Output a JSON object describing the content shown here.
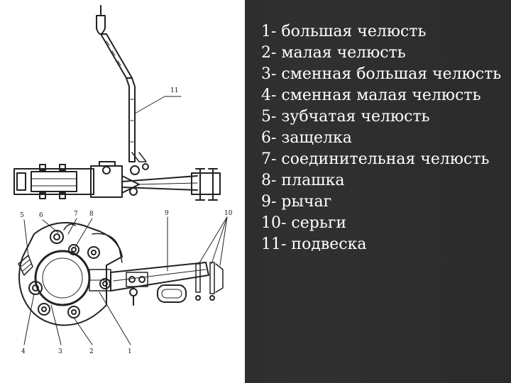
{
  "figure": {
    "callouts": {
      "c1": "1",
      "c2": "2",
      "c3": "3",
      "c4": "4",
      "c5": "5",
      "c6": "6",
      "c7": "7",
      "c8": "8",
      "c9": "9",
      "c10": "10",
      "c11": "11"
    }
  },
  "legend": {
    "items": [
      "1- большая челюсть",
      "2- малая челюсть",
      "3- сменная большая челюсть",
      "4- сменная малая челюсть",
      "5- зубчатая челюсть",
      "6- защелка",
      "7- соединительная челюсть",
      "8- плашка",
      "9- рычаг",
      "10- серьги",
      "11- подвеска"
    ]
  }
}
